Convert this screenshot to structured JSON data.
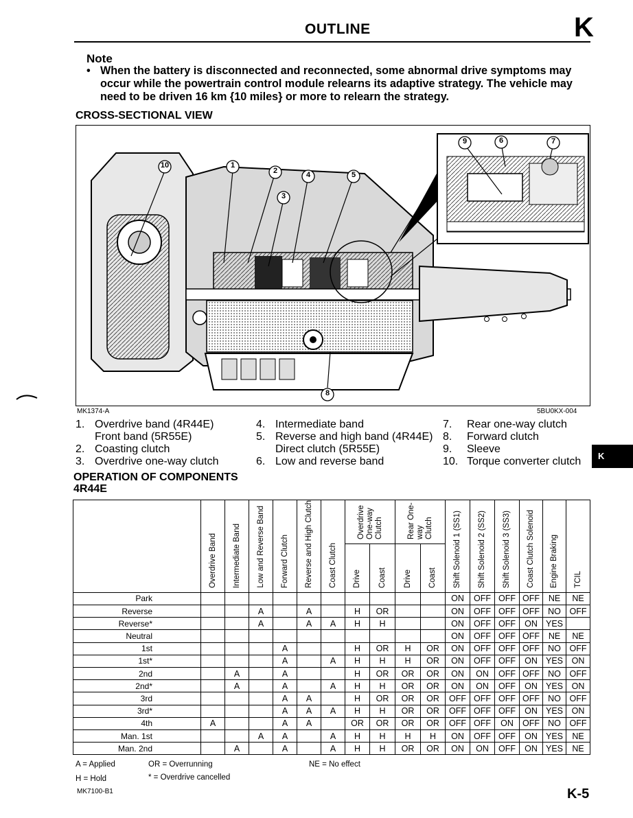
{
  "header": {
    "title": "OUTLINE",
    "section_letter": "K"
  },
  "note": {
    "title": "Note",
    "bullet": "•",
    "text": "When the battery is disconnected and reconnected, some abnormal drive symptoms may occur while the powertrain control module relearns its adaptive strategy. The vehicle may need to be driven 16 km {10 miles} or more to relearn the strategy."
  },
  "cross_section": {
    "title": "CROSS-SECTIONAL VIEW",
    "figure_code_left": "MK1374-A",
    "figure_code_right": "5BU0KX-004",
    "callouts": [
      "1",
      "2",
      "3",
      "4",
      "5",
      "6",
      "7",
      "8",
      "9",
      "10"
    ],
    "legend": [
      {
        "num": "1.",
        "text": "Overdrive band (4R44E)"
      },
      {
        "num": "",
        "text": "Front band (5R55E)"
      },
      {
        "num": "2.",
        "text": "Coasting clutch"
      },
      {
        "num": "3.",
        "text": "Overdrive one-way clutch"
      },
      {
        "num": "4.",
        "text": "Intermediate band"
      },
      {
        "num": "5.",
        "text": "Reverse and high band (4R44E)"
      },
      {
        "num": "",
        "text": "Direct clutch (5R55E)"
      },
      {
        "num": "6.",
        "text": "Low and reverse band"
      },
      {
        "num": "7.",
        "text": "Rear one-way clutch"
      },
      {
        "num": "8.",
        "text": "Forward clutch"
      },
      {
        "num": "9.",
        "text": "Sleeve"
      },
      {
        "num": "10.",
        "text": "Torque converter clutch"
      }
    ]
  },
  "operation": {
    "title_line1": "OPERATION OF COMPONENTS",
    "title_line2": "4R44E",
    "columns": [
      "Overdrive Band",
      "Intermediate Band",
      "Low and Reverse Band",
      "Forward Clutch",
      "Reverse and High Clutch",
      "Coast Clutch",
      "Drive",
      "Coast",
      "Drive",
      "Coast",
      "Shift Solenoid 1 (SS1)",
      "Shift Solenoid 2 (SS2)",
      "Shift Solenoid 3 (SS3)",
      "Coast Clutch Solenoid",
      "Engine Braking",
      "TCIL"
    ],
    "group_overdrive_owc": "Overdrive One-way Clutch",
    "group_rear_owc": "Rear One-way Clutch",
    "rows": [
      {
        "label": "Park",
        "cells": [
          "",
          "",
          "",
          "",
          "",
          "",
          "",
          "",
          "",
          "",
          "ON",
          "OFF",
          "OFF",
          "OFF",
          "NE",
          "NE"
        ]
      },
      {
        "label": "Reverse",
        "cells": [
          "",
          "",
          "A",
          "",
          "A",
          "",
          "H",
          "OR",
          "",
          "",
          "ON",
          "OFF",
          "OFF",
          "OFF",
          "NO",
          "OFF"
        ]
      },
      {
        "label": "Reverse*",
        "cells": [
          "",
          "",
          "A",
          "",
          "A",
          "A",
          "H",
          "H",
          "",
          "",
          "ON",
          "OFF",
          "OFF",
          "ON",
          "YES",
          ""
        ]
      },
      {
        "label": "Neutral",
        "cells": [
          "",
          "",
          "",
          "",
          "",
          "",
          "",
          "",
          "",
          "",
          "ON",
          "OFF",
          "OFF",
          "OFF",
          "NE",
          "NE"
        ]
      },
      {
        "label": "1st",
        "cells": [
          "",
          "",
          "",
          "A",
          "",
          "",
          "H",
          "OR",
          "H",
          "OR",
          "ON",
          "OFF",
          "OFF",
          "OFF",
          "NO",
          "OFF"
        ]
      },
      {
        "label": "1st*",
        "cells": [
          "",
          "",
          "",
          "A",
          "",
          "A",
          "H",
          "H",
          "H",
          "OR",
          "ON",
          "OFF",
          "OFF",
          "ON",
          "YES",
          "ON"
        ]
      },
      {
        "label": "2nd",
        "cells": [
          "",
          "A",
          "",
          "A",
          "",
          "",
          "H",
          "OR",
          "OR",
          "OR",
          "ON",
          "ON",
          "OFF",
          "OFF",
          "NO",
          "OFF"
        ]
      },
      {
        "label": "2nd*",
        "cells": [
          "",
          "A",
          "",
          "A",
          "",
          "A",
          "H",
          "H",
          "OR",
          "OR",
          "ON",
          "ON",
          "OFF",
          "ON",
          "YES",
          "ON"
        ]
      },
      {
        "label": "3rd",
        "cells": [
          "",
          "",
          "",
          "A",
          "A",
          "",
          "H",
          "OR",
          "OR",
          "OR",
          "OFF",
          "OFF",
          "OFF",
          "OFF",
          "NO",
          "OFF"
        ]
      },
      {
        "label": "3rd*",
        "cells": [
          "",
          "",
          "",
          "A",
          "A",
          "A",
          "H",
          "H",
          "OR",
          "OR",
          "OFF",
          "OFF",
          "OFF",
          "ON",
          "YES",
          "ON"
        ]
      },
      {
        "label": "4th",
        "cells": [
          "A",
          "",
          "",
          "A",
          "A",
          "",
          "OR",
          "OR",
          "OR",
          "OR",
          "OFF",
          "OFF",
          "ON",
          "OFF",
          "NO",
          "OFF"
        ]
      },
      {
        "label": "Man. 1st",
        "cells": [
          "",
          "",
          "A",
          "A",
          "",
          "A",
          "H",
          "H",
          "H",
          "H",
          "ON",
          "OFF",
          "OFF",
          "ON",
          "YES",
          "NE"
        ]
      },
      {
        "label": "Man. 2nd",
        "cells": [
          "",
          "A",
          "",
          "A",
          "",
          "A",
          "H",
          "H",
          "OR",
          "OR",
          "ON",
          "ON",
          "OFF",
          "ON",
          "YES",
          "NE"
        ]
      }
    ],
    "legend_applied": "A = Applied",
    "legend_hold": "H = Hold",
    "legend_overrunning": "OR = Overrunning",
    "legend_od_cancelled": "* = Overdrive cancelled",
    "legend_no_effect": "NE = No effect"
  },
  "footer": {
    "code": "MK7100-B1",
    "page": "K-5",
    "side_tab": "K"
  }
}
